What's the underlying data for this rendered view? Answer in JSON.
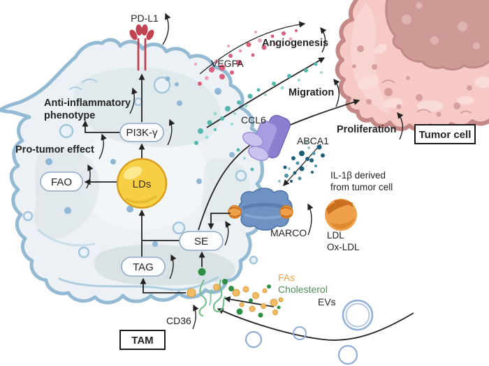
{
  "diagram": {
    "labels": {
      "pdl1": "PD-L1",
      "anti_inflammatory_line1": "Anti-inflammatory",
      "anti_inflammatory_line2": "phenotype",
      "pro_tumor": "Pro-tumor effect",
      "pi3k": "PI3K-γ",
      "lds": "LDs",
      "fao": "FAO",
      "se": "SE",
      "tag": "TAG",
      "vegfa": "VEGFA",
      "angiogenesis": "Angiogenesis",
      "ccl6": "CCL6",
      "migration": "Migration",
      "abca1": "ABCA1",
      "proliferation": "Proliferation",
      "il1b_line1": "IL-1β derived",
      "il1b_line2": "from tumor cell",
      "marco": "MARCO",
      "ldl": "LDL",
      "ox_ldl": "Ox-LDL",
      "fas": "FAs",
      "cholesterol": "Cholesterol",
      "evs": "EVs",
      "cd36": "CD36",
      "tam": "TAM",
      "tumor_cell": "Tumor cell"
    },
    "colors": {
      "background": "#ffffff",
      "membrane": "#93b9d3",
      "cell_fill": "#ebf1f4",
      "cell_patch": "#dce5e8",
      "cell_patch_dark": "#d5e0e2",
      "ring_stroke": "#a4c6dc",
      "cell_dot": "#8fb6d4",
      "tumor_fill": "#f6c9c4",
      "tumor_stroke": "#c48986",
      "tumor_nucleus": "#cf9a96",
      "tumor_spot": "#d8a09c",
      "tumor_patch": "#f9dcd8",
      "lds_yellow": "#f6cf45",
      "lds_border": "#d99e1e",
      "lds_highlight": "#fbe98f",
      "pill_fill": "#fbfdfe",
      "pill_stroke": "#93a9c4",
      "pdl1_red": "#bf4350",
      "vegfa_pink": "#d95f7d",
      "vegfa_pink_light": "#eba6bb",
      "ccl6_teal": "#53b8ae",
      "ccl6_teal_light": "#9bd8d1",
      "il1b_dark_teal": "#1b5e75",
      "il1b_mid_teal": "#4b93a8",
      "il1b_light_teal": "#9fc3cd",
      "abca1_purple": "#8d7fd0",
      "abca1_purple_mid": "#a99ce2",
      "abca1_purple_light": "#ccc2f0",
      "marco_blue": "#6e93c3",
      "marco_blue_dark": "#4f74a8",
      "ldl_orange": "#efa04a",
      "ldl_swirl": "#c96f20",
      "fa_orange": "#f2bc64",
      "fa_orange_stroke": "#d99b3c",
      "cholesterol_green": "#2f8f45",
      "ev_stroke": "#8fadd6",
      "arrow": "#222222",
      "fas_label": "#e9a44e",
      "chol_label": "#4f9058"
    }
  }
}
